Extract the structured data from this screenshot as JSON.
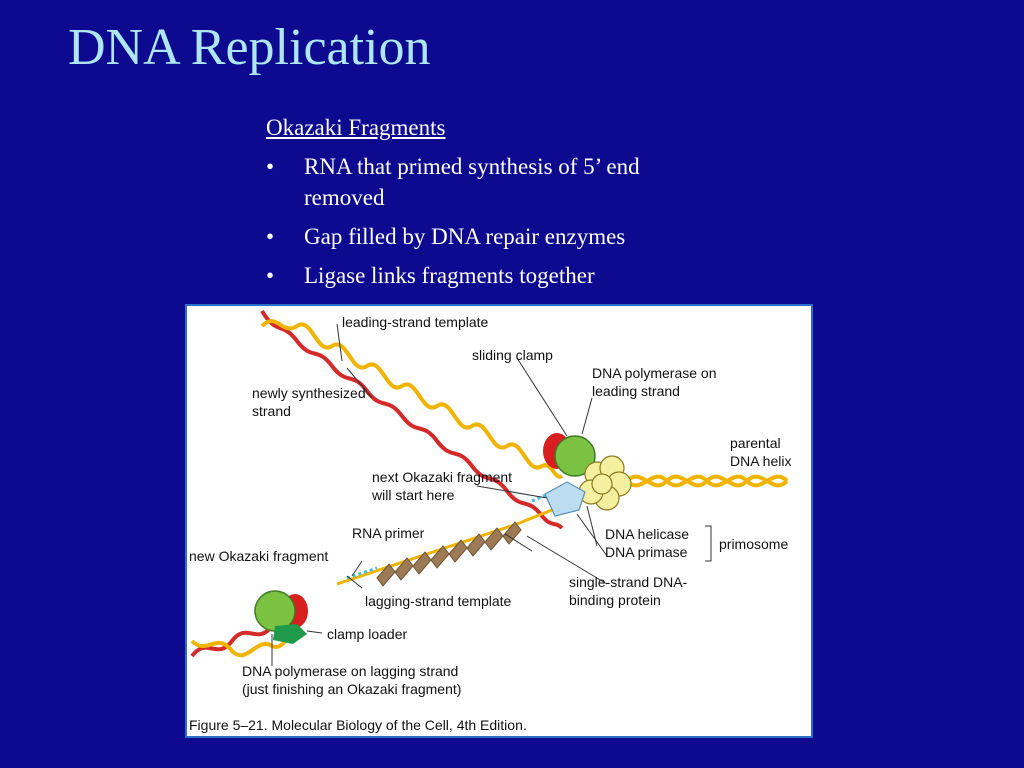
{
  "slide": {
    "title": "DNA Replication",
    "subheading": "Okazaki Fragments",
    "bullets": [
      {
        "marker": "•",
        "text": "RNA that primed synthesis of 5’ end removed"
      },
      {
        "marker": "•",
        "text": "Gap filled by DNA repair enzymes"
      },
      {
        "marker": "•",
        "text": "Ligase links fragments together"
      }
    ]
  },
  "figure": {
    "labels": {
      "leading_strand_template": "leading-strand template",
      "sliding_clamp": "sliding clamp",
      "dna_polymerase_leading_1": "DNA polymerase on",
      "dna_polymerase_leading_2": "leading strand",
      "newly_synthesized_1": "newly synthesized",
      "newly_synthesized_2": "strand",
      "parental_1": "parental",
      "parental_2": "DNA helix",
      "next_okazaki_1": "next Okazaki fragment",
      "next_okazaki_2": "will start here",
      "rna_primer": "RNA primer",
      "dna_helicase": "DNA helicase",
      "dna_primase": "DNA primase",
      "primosome": "primosome",
      "new_okazaki": "new Okazaki fragment",
      "single_strand_1": "single-strand DNA-",
      "single_strand_2": "binding protein",
      "lagging_template": "lagging-strand template",
      "clamp_loader": "clamp loader",
      "dna_polymerase_lagging_1": "DNA polymerase on lagging strand",
      "dna_polymerase_lagging_2": "(just finishing an Okazaki fragment)"
    },
    "caption": "Figure 5–21. Molecular Biology of the Cell, 4th Edition.",
    "colors": {
      "background": "#0d0a8f",
      "title": "#aee6f5",
      "template_strand": "#d42a2a",
      "new_strand": "#f0b400",
      "polymerase": "#7cc242",
      "clamp": "#d81e1e",
      "helicase": "#f4f0a0",
      "primase": "#bcdcf2",
      "ssb": "#9b7a55",
      "clamp_loader": "#1f9a4a",
      "rna_primer": "#40c0e0"
    }
  }
}
